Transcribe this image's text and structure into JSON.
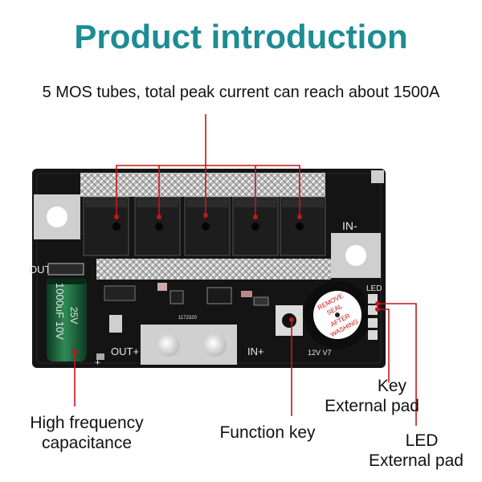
{
  "title": "Product introduction",
  "subtitle": "5 MOS tubes, total peak current can reach about 1500A",
  "callouts": {
    "capacitance": [
      "High frequency",
      "capacitance"
    ],
    "function_key": "Function key",
    "key_pad": [
      "Key",
      "External pad"
    ],
    "led_pad": [
      "LED",
      "External pad"
    ]
  },
  "board": {
    "silkscreen_in_minus": "IN-",
    "silkscreen_out_minus": "OUT-",
    "silkscreen_out_plus": "OUT+",
    "silkscreen_in_plus": "IN+",
    "silkscreen_led": "LED",
    "capacitor_text": [
      "1000uF 10V",
      "25V"
    ],
    "buzzer_text": [
      "REMOVE",
      "SEAL",
      "AFTER",
      "WASHING"
    ],
    "version_text": "12V V7",
    "ic_code": "1172320",
    "plus_mark": "+"
  },
  "colors": {
    "title": "#1e8c93",
    "callout_line": "#c4161c",
    "pcb": "#141414"
  }
}
